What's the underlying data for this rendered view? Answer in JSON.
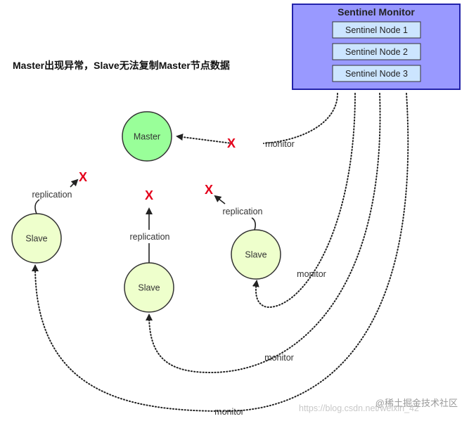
{
  "title": "Master出现异常，Slave无法复制Master节点数据",
  "sentinel_monitor": {
    "title": "Sentinel Monitor",
    "nodes": [
      "Sentinel Node 1",
      "Sentinel Node 2",
      "Sentinel Node 3"
    ]
  },
  "master": {
    "label": "Master"
  },
  "slaves": [
    "Slave",
    "Slave",
    "Slave"
  ],
  "edge_labels": {
    "replication": "replication",
    "monitor": "monitor"
  },
  "failure_mark": "X",
  "watermark": {
    "url": "https://blog.csdn.net/weixin_42",
    "brand": "@稀土掘金技术社区"
  },
  "colors": {
    "sentinel_fill": "#9999ff",
    "sentinel_border": "#2222aa",
    "node_fill": "#cce5ff",
    "master_fill": "#99ff99",
    "slave_fill": "#eeffcc",
    "fail_red": "#e4001b"
  }
}
